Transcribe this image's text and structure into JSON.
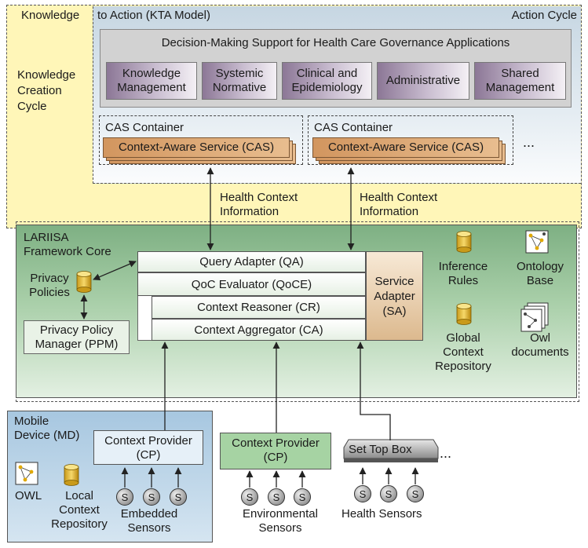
{
  "kta": {
    "label_left": "Knowledge",
    "label_right": "to Action (KTA Model)",
    "creation_cycle": [
      "Knowledge",
      "Creation",
      "Cycle"
    ],
    "action_cycle": "Action Cycle"
  },
  "dms": {
    "title": "Decision-Making Support for Health Care Governance Applications",
    "modules": [
      [
        "Knowledge",
        "Management"
      ],
      [
        "Systemic",
        "Normative"
      ],
      [
        "Clinical and",
        "Epidemiology"
      ],
      [
        "Administrative"
      ],
      [
        "Shared",
        "Management"
      ]
    ]
  },
  "cas": {
    "container_label": "CAS Container",
    "service_label": "Context-Aware Service (CAS)",
    "ellipsis": "..."
  },
  "flows": {
    "health_context": [
      "Health Context",
      "Information"
    ]
  },
  "core": {
    "title": [
      "LARIISA",
      "Framework Core"
    ],
    "privacy_policies": [
      "Privacy",
      "Policies"
    ],
    "ppm": [
      "Privacy Policy",
      "Manager (PPM)"
    ],
    "qa": "Query Adapter (QA)",
    "qoce": "QoC Evaluator (QoCE)",
    "cr": "Context Reasoner (CR)",
    "ca": "Context Aggregator (CA)",
    "sa": [
      "Service",
      "Adapter",
      "(SA)"
    ],
    "inference_rules": [
      "Inference",
      "Rules"
    ],
    "ontology_base": [
      "Ontology",
      "Base"
    ],
    "global_repo": [
      "Global",
      "Context",
      "Repository"
    ],
    "owl_docs": [
      "Owl",
      "documents"
    ]
  },
  "md": {
    "title": [
      "Mobile",
      "Device (MD)"
    ],
    "cp": [
      "Context Provider",
      "(CP)"
    ],
    "owl": "OWL",
    "local_repo": [
      "Local",
      "Context",
      "Repository"
    ],
    "embedded": [
      "Embedded",
      "Sensors"
    ]
  },
  "env": {
    "cp": [
      "Context Provider",
      "(CP)"
    ],
    "sensors": [
      "Environmental",
      "Sensors"
    ]
  },
  "health": {
    "stb": "Set Top Box",
    "ellipsis": "...",
    "sensors": "Health Sensors"
  },
  "sensor_letter": "S",
  "colors": {
    "kta_bg": "#fff6b8",
    "core_green": "#7eb083",
    "module_purple": "#8c7796",
    "cas_orange": "#d2965f",
    "md_blue": "#a7c7e0"
  }
}
